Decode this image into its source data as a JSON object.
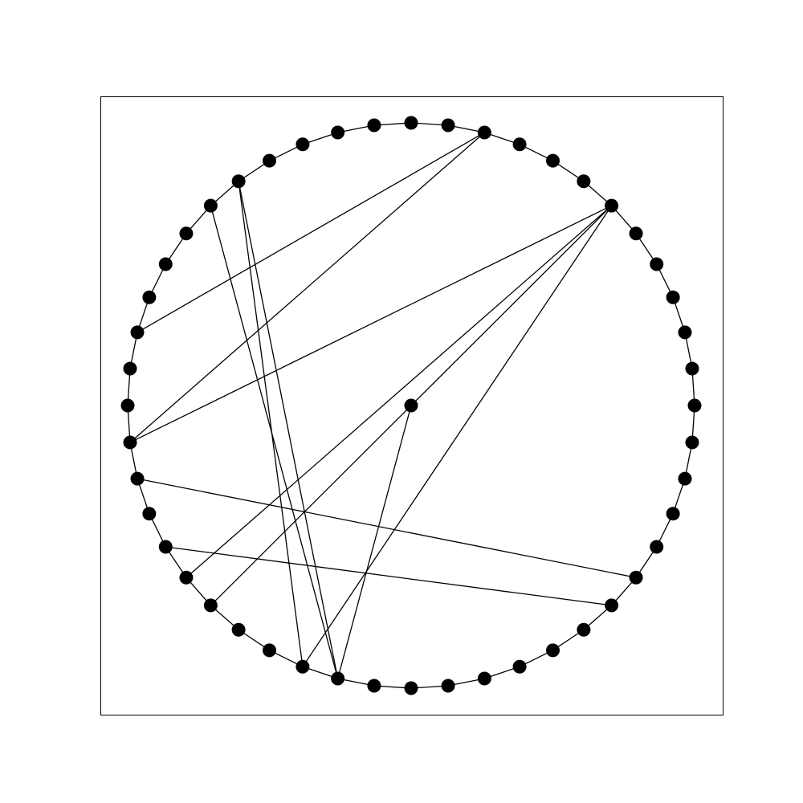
{
  "colors": {
    "background": "#ffffff",
    "node": "#000000",
    "edge": "#000000",
    "frame": "#000000"
  },
  "graph": {
    "ring_node_count": 48,
    "has_center_node": true,
    "edges": [
      [
        0,
        1
      ],
      [
        1,
        2
      ],
      [
        2,
        3
      ],
      [
        3,
        4
      ],
      [
        4,
        5
      ],
      [
        5,
        6
      ],
      [
        6,
        7
      ],
      [
        7,
        8
      ],
      [
        8,
        9
      ],
      [
        9,
        10
      ],
      [
        10,
        11
      ],
      [
        11,
        12
      ],
      [
        12,
        13
      ],
      [
        13,
        14
      ],
      [
        14,
        15
      ],
      [
        15,
        16
      ],
      [
        16,
        17
      ],
      [
        17,
        18
      ],
      [
        18,
        19
      ],
      [
        19,
        20
      ],
      [
        20,
        21
      ],
      [
        21,
        22
      ],
      [
        22,
        23
      ],
      [
        23,
        24
      ],
      [
        24,
        25
      ],
      [
        25,
        26
      ],
      [
        26,
        27
      ],
      [
        27,
        28
      ],
      [
        28,
        29
      ],
      [
        29,
        30
      ],
      [
        30,
        31
      ],
      [
        31,
        32
      ],
      [
        32,
        33
      ],
      [
        33,
        34
      ],
      [
        34,
        35
      ],
      [
        35,
        36
      ],
      [
        36,
        37
      ],
      [
        37,
        38
      ],
      [
        38,
        39
      ],
      [
        39,
        40
      ],
      [
        40,
        41
      ],
      [
        41,
        42
      ],
      [
        42,
        43
      ],
      [
        43,
        44
      ],
      [
        44,
        45
      ],
      [
        45,
        46
      ],
      [
        46,
        47
      ],
      [
        47,
        0
      ],
      [
        10,
        25
      ],
      [
        10,
        22
      ],
      [
        6,
        25
      ],
      [
        6,
        29
      ],
      [
        6,
        33
      ],
      [
        33,
        17
      ],
      [
        34,
        17
      ],
      [
        34,
        18
      ],
      [
        43,
        26
      ],
      [
        42,
        28
      ],
      [
        "center",
        6
      ],
      [
        "center",
        34
      ],
      [
        "center",
        30
      ]
    ]
  }
}
